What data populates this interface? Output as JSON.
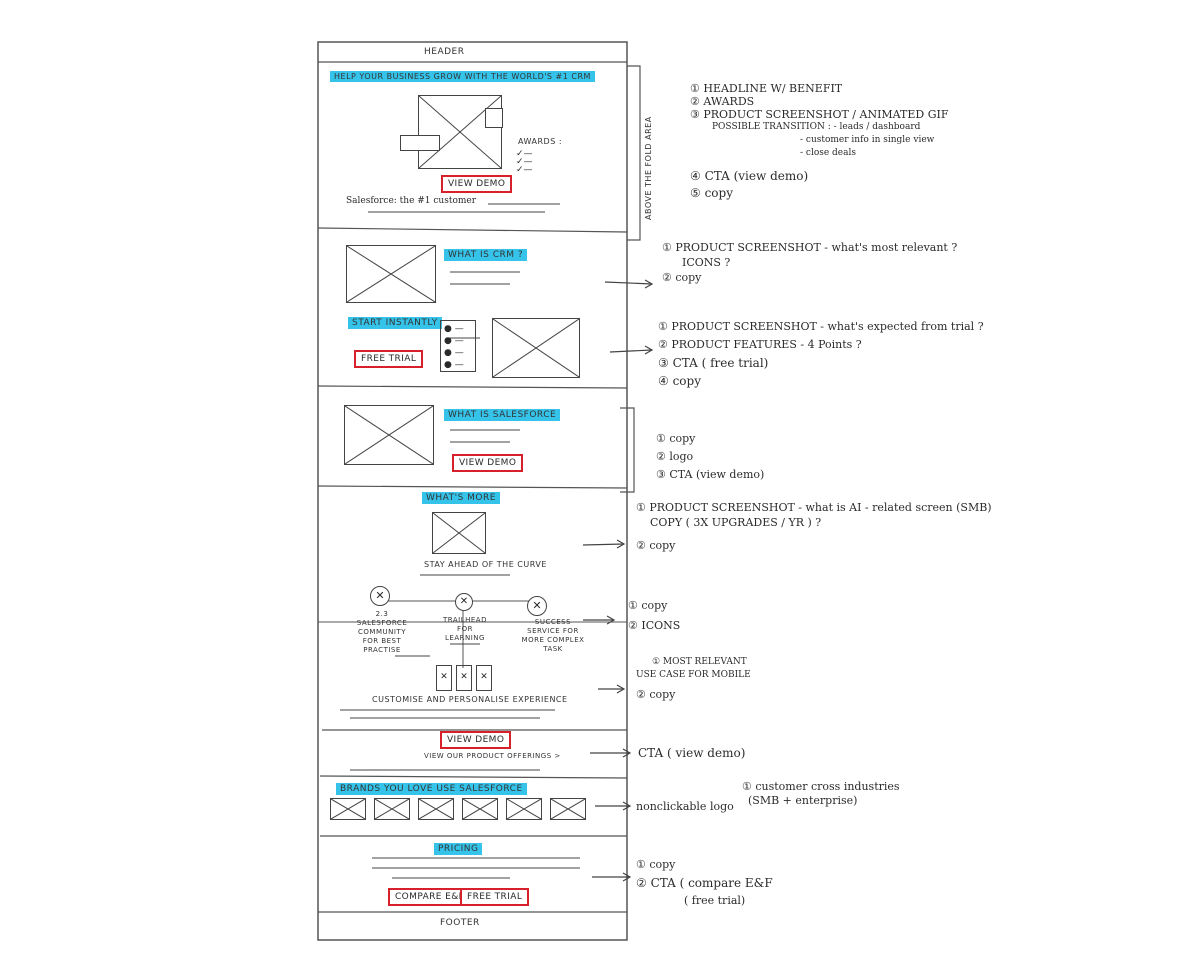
{
  "colors": {
    "highlight": "#35c3ea",
    "cta_border": "#d6202a",
    "ink": "#2a2a2a"
  },
  "wireframe": {
    "header": "HEADER",
    "footer": "FOOTER",
    "above_fold_label": "ABOVE THE FOLD AREA",
    "hero": {
      "headline": "HELP YOUR BUSINESS GROW WITH THE WORLD'S #1 CRM",
      "awards_label": "AWARDS :",
      "cta": "VIEW DEMO",
      "copy": "Salesforce: the #1 customer"
    },
    "what_is_crm": {
      "title": "WHAT IS CRM ?"
    },
    "start_instantly": {
      "title": "START INSTANTLY",
      "cta": "FREE TRIAL"
    },
    "what_is_salesforce": {
      "title": "WHAT IS SALESFORCE",
      "cta": "VIEW DEMO"
    },
    "whats_more": {
      "title": "WHAT'S MORE",
      "caption": "STAY AHEAD OF THE CURVE",
      "icons": [
        "2.3 SALESFORCE COMMUNITY FOR BEST PRACTISE",
        "TRAILHEAD FOR LEARNING",
        "SUCCESS SERVICE FOR MORE COMPLEX TASK"
      ],
      "mobile_caption": "CUSTOMISE AND PERSONALISE EXPERIENCE"
    },
    "cta_section": {
      "cta": "VIEW DEMO",
      "link": "VIEW OUR PRODUCT OFFERINGS >"
    },
    "brands": {
      "title": "BRANDS YOU LOVE USE SALESFORCE",
      "logo_count": 6
    },
    "pricing": {
      "title": "PRICING",
      "cta_compare": "COMPARE E&F",
      "cta_trial": "FREE TRIAL"
    }
  },
  "annotations": {
    "hero": [
      "① HEADLINE W/ BENEFIT",
      "② AWARDS",
      "③ PRODUCT SCREENSHOT / ANIMATED GIF",
      "POSSIBLE TRANSITION : - leads / dashboard",
      "- customer info in single view",
      "- close deals",
      "④ CTA (view demo)",
      "⑤ copy"
    ],
    "crm": [
      "① PRODUCT SCREENSHOT - what's most relevant ?",
      "ICONS ?",
      "② copy"
    ],
    "start": [
      "① PRODUCT SCREENSHOT - what's expected from trial ?",
      "② PRODUCT FEATURES - 4 Points ?",
      "③ CTA ( free trial)",
      "④ copy"
    ],
    "salesforce": [
      "① copy",
      "② logo",
      "③ CTA (view demo)"
    ],
    "whats_more": [
      "① PRODUCT SCREENSHOT - what is AI - related screen (SMB)",
      "COPY ( 3X UPGRADES / YR ) ?",
      "② copy"
    ],
    "icons": [
      "① copy",
      "② ICONS"
    ],
    "mobile": [
      "① MOST RELEVANT",
      "USE CASE FOR MOBILE",
      "② copy"
    ],
    "cta": [
      "CTA ( view demo)"
    ],
    "brands": [
      "nonclickable logo",
      "① customer cross industries",
      "(SMB + enterprise)"
    ],
    "pricing": [
      "① copy",
      "② CTA ( compare E&F",
      "( free trial)"
    ]
  }
}
